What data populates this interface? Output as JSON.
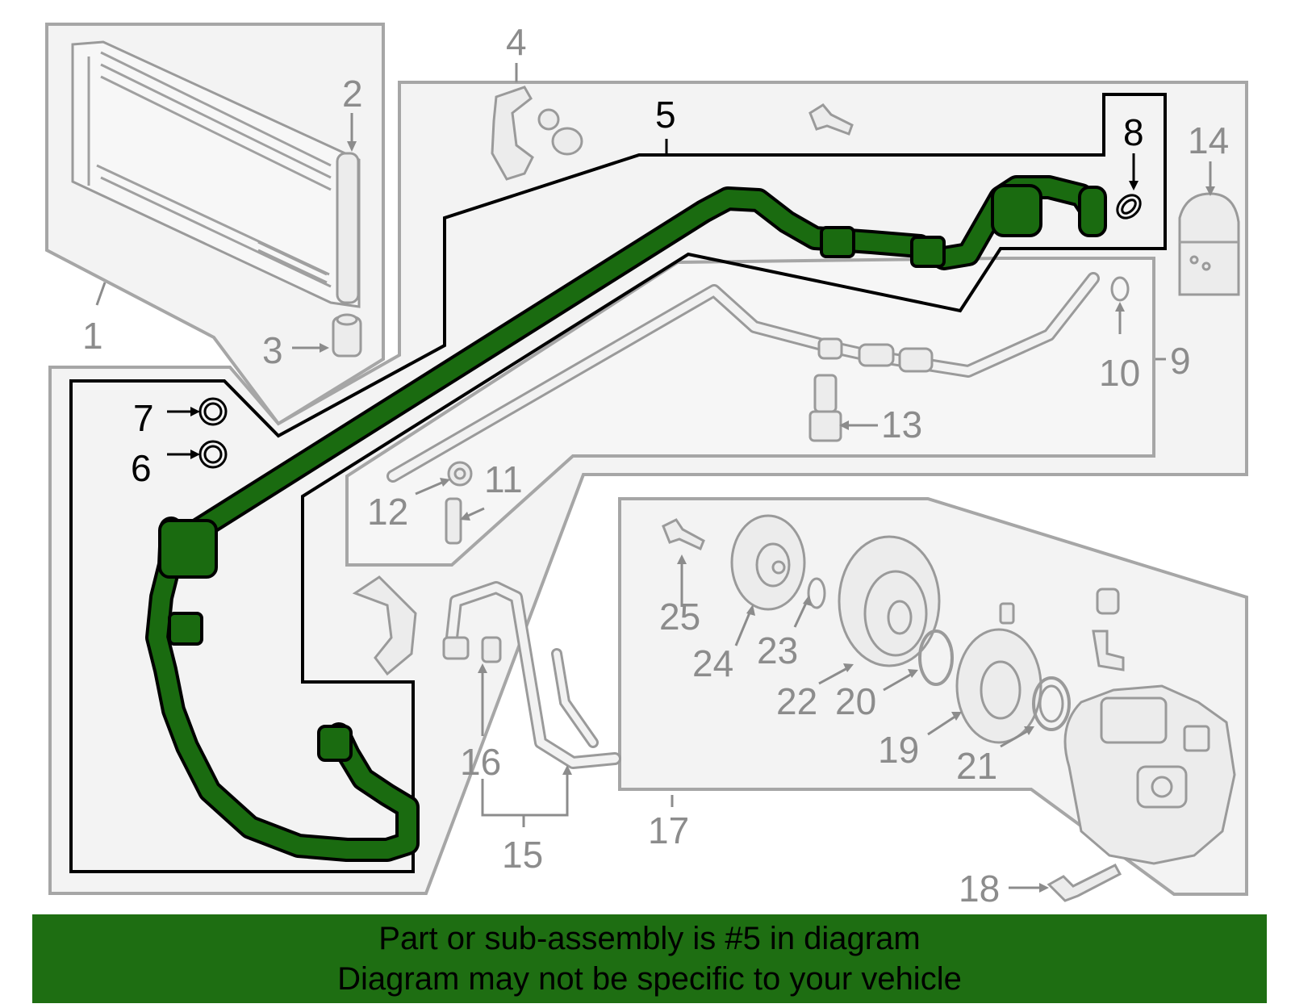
{
  "colors": {
    "highlight": "#1a6b10",
    "banner": "#1e6e12",
    "panel_bg": "#f3f3f3",
    "panel_stroke": "#a6a6a6",
    "label_grey": "#8c8c8c",
    "label_dark": "#000000"
  },
  "labels": {
    "p1": "1",
    "p2": "2",
    "p3": "3",
    "p4": "4",
    "p5": "5",
    "p6": "6",
    "p7": "7",
    "p8": "8",
    "p9": "9",
    "p10": "10",
    "p11": "11",
    "p12": "12",
    "p13": "13",
    "p14": "14",
    "p15": "15",
    "p16": "16",
    "p17": "17",
    "p18": "18",
    "p19": "19",
    "p20": "20",
    "p21": "21",
    "p22": "22",
    "p23": "23",
    "p24": "24",
    "p25": "25"
  },
  "banner": {
    "line1": "Part or sub-assembly is #5 in diagram",
    "line2": "Diagram may not be specific to your vehicle"
  }
}
